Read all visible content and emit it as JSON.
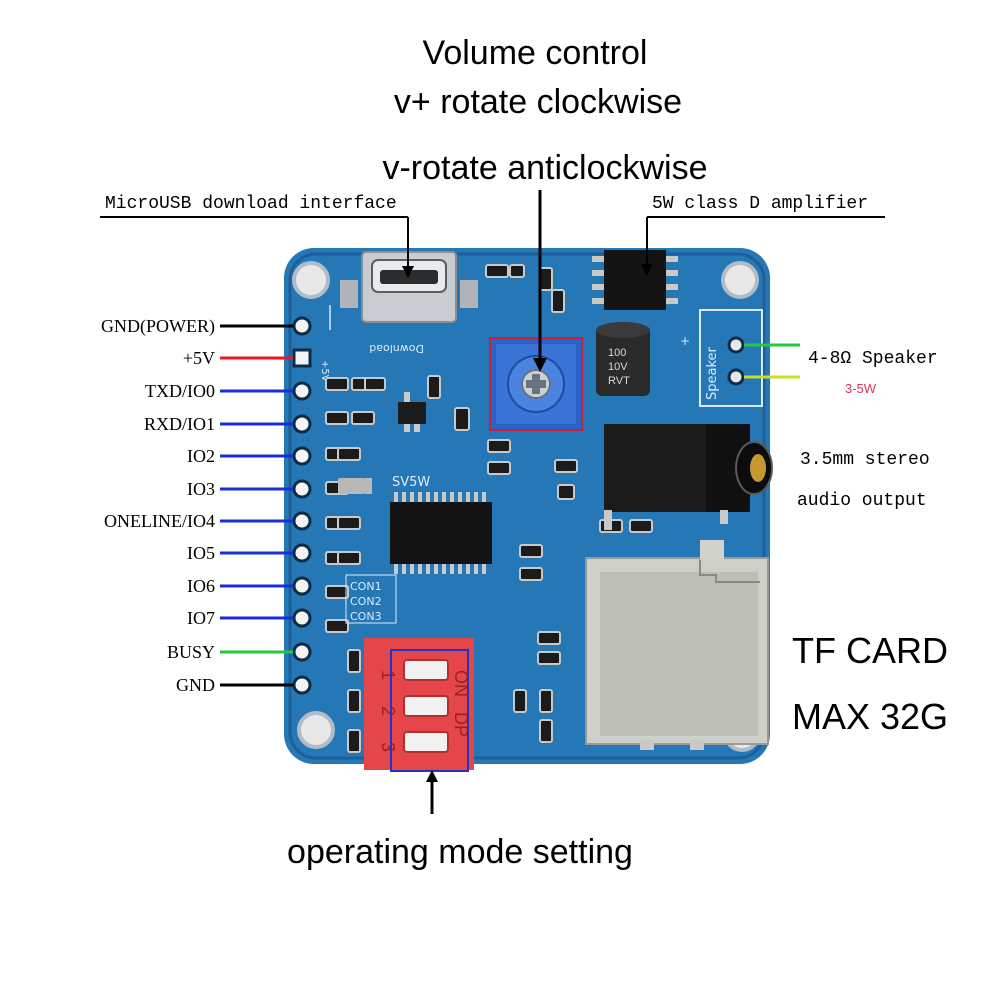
{
  "annotations": {
    "volume_line1": "Volume control",
    "volume_line2": "v+ rotate clockwise",
    "volume_line3": "v-rotate anticlockwise",
    "microusb": "MicroUSB download interface",
    "amplifier": "5W class D amplifier",
    "speaker": "4-8Ω  Speaker",
    "speaker_power": "3-5W",
    "audio_line1": "3.5mm stereo",
    "audio_line2": "audio output",
    "tf_line1": "TF CARD",
    "tf_line2": "MAX 32G",
    "mode": "operating mode setting"
  },
  "pins": [
    {
      "label": "GND(POWER)",
      "wire_color": "#000000"
    },
    {
      "label": "+5V",
      "wire_color": "#e8182a"
    },
    {
      "label": "TXD/IO0",
      "wire_color": "#1a2ed8"
    },
    {
      "label": "RXD/IO1",
      "wire_color": "#1a2ed8"
    },
    {
      "label": "IO2",
      "wire_color": "#1a2ed8"
    },
    {
      "label": "IO3",
      "wire_color": "#1a2ed8"
    },
    {
      "label": "ONELINE/IO4",
      "wire_color": "#1a2ed8"
    },
    {
      "label": "IO5",
      "wire_color": "#1a2ed8"
    },
    {
      "label": "IO6",
      "wire_color": "#1a2ed8"
    },
    {
      "label": "IO7",
      "wire_color": "#1a2ed8"
    },
    {
      "label": "BUSY",
      "wire_color": "#22c840"
    },
    {
      "label": "GND",
      "wire_color": "#000000"
    }
  ],
  "speaker_wires": [
    "#22c840",
    "#c8e020"
  ],
  "board": {
    "chip_label": "SV5W",
    "con_labels": [
      "CON1",
      "CON2",
      "CON3"
    ],
    "download_label": "Download",
    "speaker_label": "Speaker",
    "cap_text": [
      "100",
      "10V",
      "RVT"
    ],
    "dip_on": "ON",
    "dip_dp": "DP",
    "dip_numbers": [
      "1",
      "2",
      "3"
    ],
    "colors": {
      "pcb": "#2577b5",
      "pcb_dark": "#1d5f96",
      "dip": "#e4464a",
      "highlight_red": "#c8203a",
      "highlight_blue": "#2233cc"
    }
  }
}
